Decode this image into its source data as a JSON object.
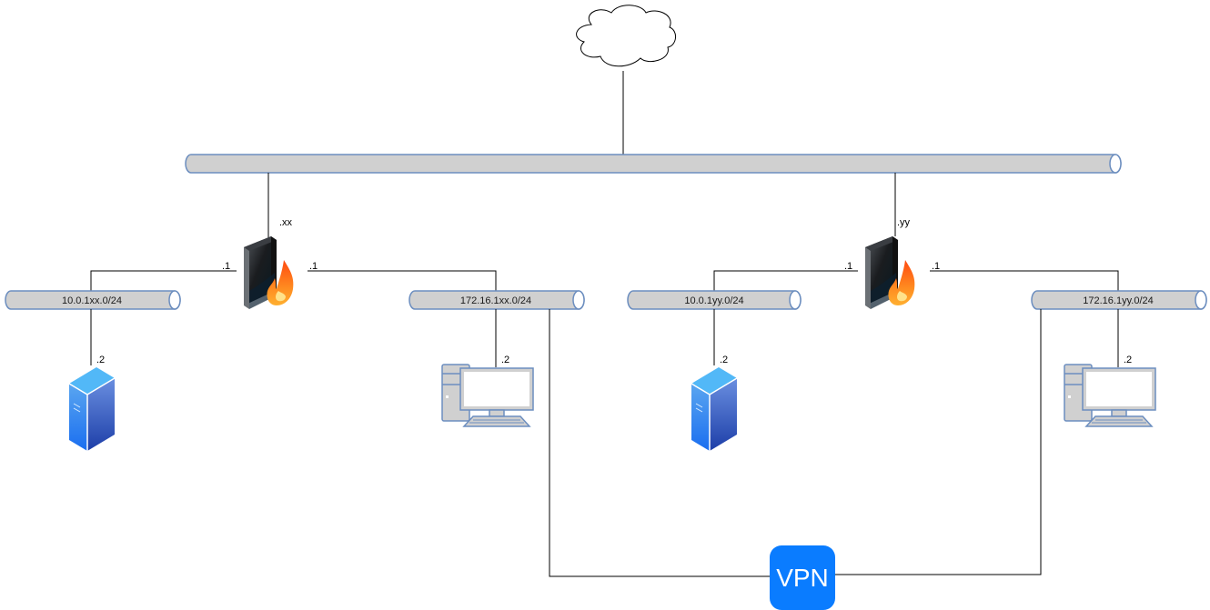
{
  "diagram": {
    "title": "",
    "cloud": {
      "name": "internet",
      "label": ""
    },
    "backbone": {
      "name": "wan-segment",
      "label": ""
    },
    "sites": [
      {
        "id": "xx",
        "firewall": {
          "wan_ip_suffix": ".xx"
        },
        "networks": [
          {
            "cidr": "10.0.1xx.0/24",
            "gateway_suffix": ".1",
            "host_suffix": ".2",
            "host_type": "server"
          },
          {
            "cidr": "172.16.1xx.0/24",
            "gateway_suffix": ".1",
            "host_suffix": ".2",
            "host_type": "workstation"
          }
        ]
      },
      {
        "id": "yy",
        "firewall": {
          "wan_ip_suffix": ".yy"
        },
        "networks": [
          {
            "cidr": "10.0.1yy.0/24",
            "gateway_suffix": ".1",
            "host_suffix": ".2",
            "host_type": "server"
          },
          {
            "cidr": "172.16.1yy.0/24",
            "gateway_suffix": ".1",
            "host_suffix": ".2",
            "host_type": "workstation"
          }
        ]
      }
    ],
    "vpn": {
      "label": "VPN",
      "color": "#0a7cff"
    },
    "colors": {
      "pipe_fill": "#d0d0d0",
      "pipe_stroke": "#6c8ebf",
      "line": "#000000",
      "server_top": "#4fb3f5",
      "server_side": "#2f64c9",
      "pc_fill": "#d0d0d0",
      "pc_stroke": "#6c8ebf"
    }
  }
}
